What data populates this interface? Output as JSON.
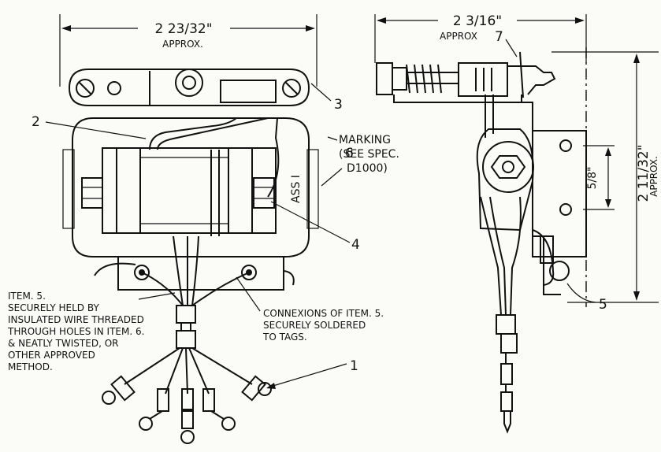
{
  "dimensions": {
    "front_width": "2 23/32\"",
    "front_width_note": "APPROX.",
    "side_width": "2 3/16\"",
    "side_width_note": "APPROX",
    "side_height": "2 11/32\"",
    "side_height_note": "APPROX.",
    "hole_spacing": "5/8\""
  },
  "callouts": {
    "item1": "1",
    "item2": "2",
    "item3": "3",
    "item4": "4",
    "item5": "5",
    "item6": "6",
    "item7": "7"
  },
  "marking": {
    "line1": "MARKING",
    "line2": "(SEE SPEC.",
    "line3": "D1000)",
    "stamp": "ASS I"
  },
  "notes": {
    "left": [
      "ITEM. 5.",
      "SECURELY HELD BY",
      "INSULATED WIRE THREADED",
      "THROUGH HOLES IN ITEM. 6.",
      "& NEATLY TWISTED, OR",
      "OTHER APPROVED",
      "METHOD."
    ],
    "right": [
      "CONNEXIONS OF ITEM. 5.",
      "SECURELY SOLDERED",
      "TO TAGS."
    ]
  }
}
